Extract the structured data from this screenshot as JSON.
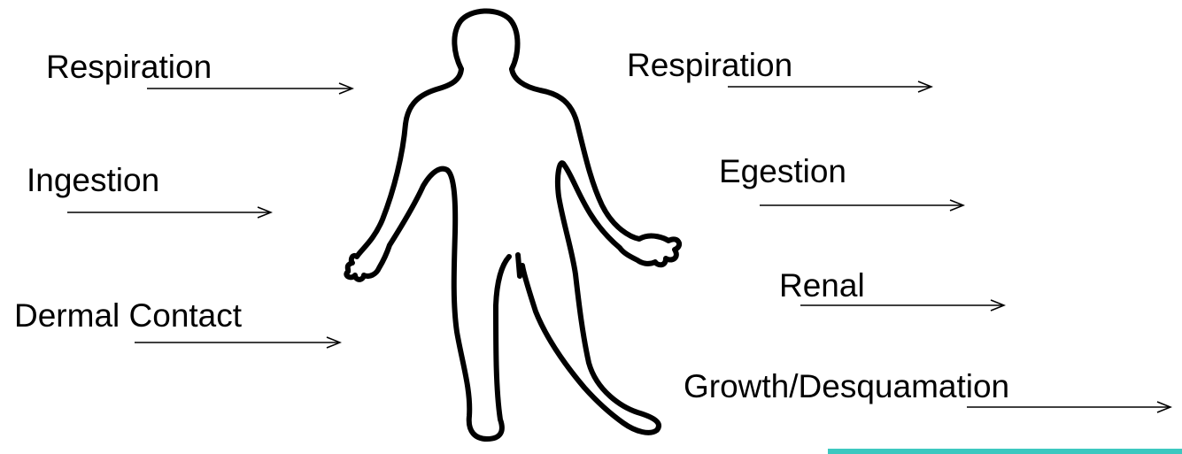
{
  "intake_routes": [
    {
      "id": "in-respiration",
      "label": "Respiration"
    },
    {
      "id": "in-ingestion",
      "label": "Ingestion"
    },
    {
      "id": "in-dermal",
      "label": "Dermal Contact"
    }
  ],
  "elimination_routes": [
    {
      "id": "out-respiration",
      "label": "Respiration"
    },
    {
      "id": "out-egestion",
      "label": "Egestion"
    },
    {
      "id": "out-renal",
      "label": "Renal"
    },
    {
      "id": "out-growth",
      "label": "Growth/Desquamation"
    }
  ],
  "colors": {
    "ink": "#000000",
    "background": "#ffffff",
    "accent": "#3cc8c0"
  }
}
